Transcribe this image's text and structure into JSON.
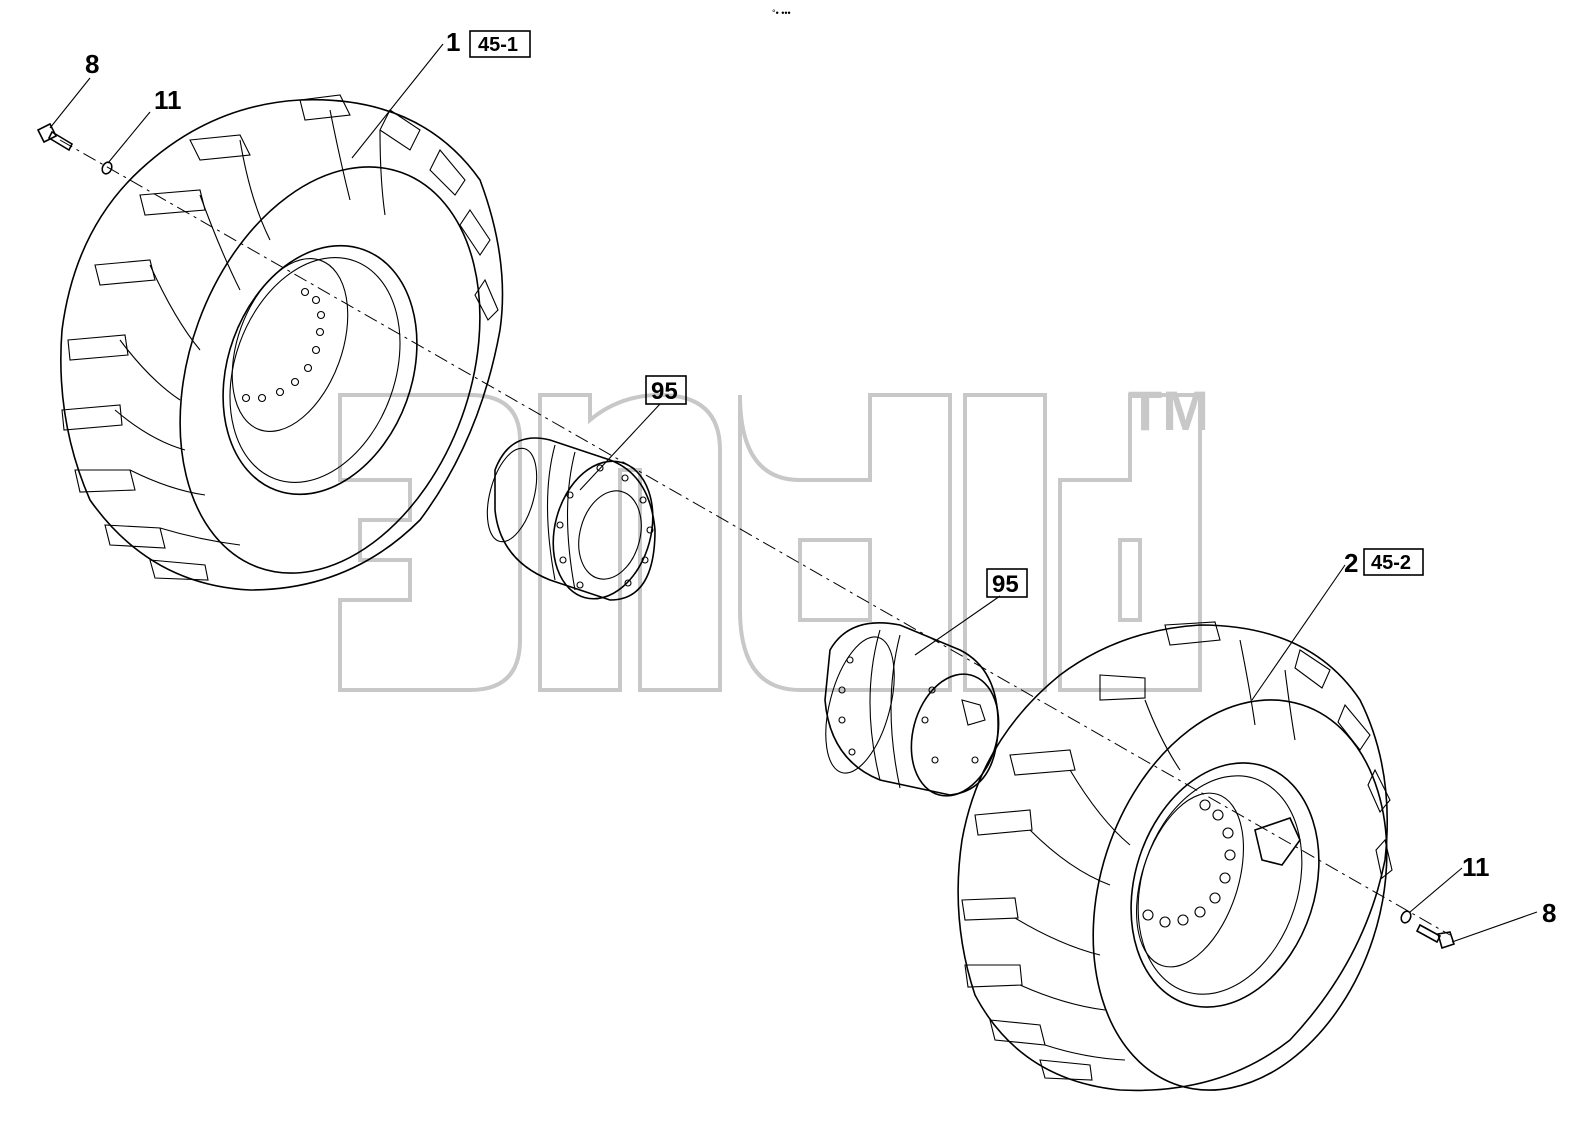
{
  "header": {
    "top_mark": "°• •••"
  },
  "callouts": {
    "item_1": {
      "number": "1",
      "ref": "45-1"
    },
    "item_2": {
      "number": "2",
      "ref": "45-2"
    },
    "bolt_left": {
      "number": "8"
    },
    "washer_left": {
      "number": "11"
    },
    "bolt_right": {
      "number": "8"
    },
    "washer_right": {
      "number": "11"
    },
    "hub_left": {
      "ref": "95"
    },
    "hub_right": {
      "ref": "95"
    }
  },
  "watermark": {
    "trademark": "TM"
  }
}
